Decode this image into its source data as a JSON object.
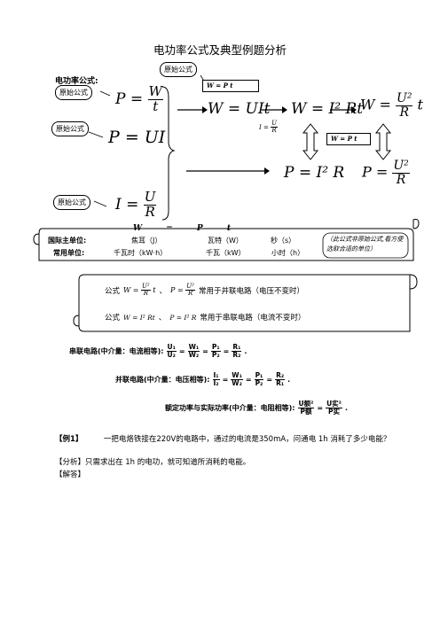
{
  "title": "电功率公式及典型例题分析",
  "section_label": "电功率公式:",
  "bubbles": {
    "top": "原始公式",
    "left1": "原始公式",
    "left2": "原始公式",
    "left3": "原始公式"
  },
  "boxes": {
    "wpt1": "W = P t",
    "wpt2": "W = P t"
  },
  "formulas": {
    "p_w": "P",
    "w_num": "W",
    "w_den": "t",
    "p_ui": "P = UI",
    "i_num": "U",
    "i_den": "R",
    "i_lhs": "I =",
    "w_uit": "W = UIt",
    "small_i": "I =",
    "small_i_num": "U",
    "small_i_den": "R",
    "w_i2rt": "W = I² Rt",
    "w_u2": "U²",
    "w_r": "R",
    "w_lhs": "W =",
    "t": "t",
    "p_i2r": "P = I² R",
    "p_lhs": "P =",
    "p_u2": "U²",
    "p_r": "R"
  },
  "units": {
    "header": [
      "W",
      "=",
      "P",
      "t"
    ],
    "intl_label": "国际主单位:",
    "common_label": "常用单位:",
    "intl": [
      "焦耳（J）",
      "瓦特（W）",
      "秒（s）"
    ],
    "common": [
      "千瓦时（kW·h）",
      "千瓦（kW）",
      "小时（h）"
    ],
    "note": "（此公式非原始公式,看方便选取合适的单位）"
  },
  "scroll_rows": {
    "row1_prefix": "公式",
    "row1_sep": "、",
    "row1_suffix": "常用于并联电路（电压不变时）",
    "row2_prefix": "公式",
    "row2_f1": "W = I² Rt",
    "row2_sep": "、",
    "row2_f2": "P = I² R",
    "row2_suffix": "常用于串联电路（电流不变时）"
  },
  "ratios": {
    "series_label": "串联电路(中介量：电流相等):",
    "parallel_label": "并联电路(中介量：电压相等):",
    "rated_label": "额定功率与实际功率(中介量：电阻相等):"
  },
  "example": {
    "tag": "【例1】",
    "question": "一把电烙铁接在220V的电路中，通过的电流是350mA，问通电 1h 消耗了多少电能？",
    "analysis": "【分析】只需求出在 1h 的电功，就可知道所消耗的电能。",
    "answer": "【解答】"
  }
}
